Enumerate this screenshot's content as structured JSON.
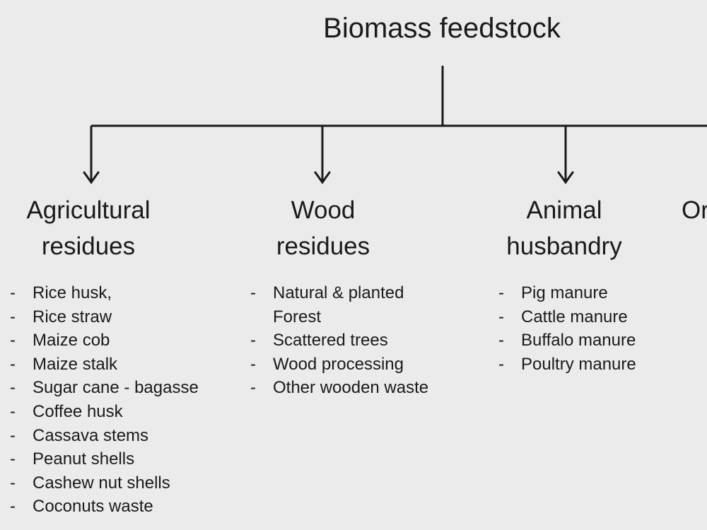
{
  "title": "Biomass feedstock",
  "categories": [
    {
      "id": "agricultural",
      "line1": "Agricultural",
      "line2": "residues",
      "items": [
        "Rice husk,",
        "Rice straw",
        "Maize cob",
        "Maize stalk",
        "Sugar cane - bagasse",
        "Coffee husk",
        "Cassava stems",
        "Peanut shells",
        "Cashew nut shells",
        "Coconuts waste"
      ]
    },
    {
      "id": "wood",
      "line1": "Wood",
      "line2": "residues",
      "items": [
        "Natural & planted",
        "Forest",
        "Scattered trees",
        "Wood processing",
        "Other wooden waste"
      ]
    },
    {
      "id": "animal",
      "line1": "Animal",
      "line2": "husbandry",
      "items": [
        "Pig manure",
        "Cattle manure",
        "Buffalo manure",
        "Poultry manure"
      ]
    },
    {
      "id": "other",
      "line1": "Or",
      "line2": "",
      "items": []
    }
  ]
}
